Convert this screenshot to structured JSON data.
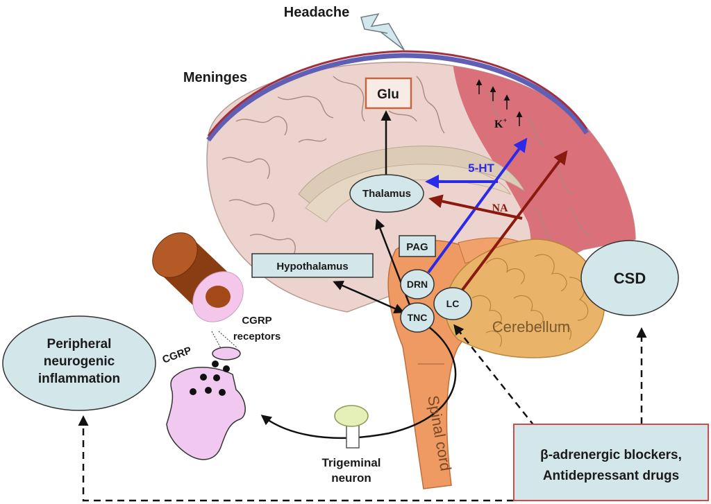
{
  "labels": {
    "headache": "Headache",
    "meninges": "Meninges",
    "glu": "Glu",
    "k_plus": "K",
    "k_sup": "+",
    "five_ht": "5-HT",
    "na": "NA",
    "thalamus": "Thalamus",
    "pag": "PAG",
    "hypothalamus": "Hypothalamus",
    "drn": "DRN",
    "tnc": "TNC",
    "lc": "LC",
    "cerebellum": "Cerebellum",
    "csd": "CSD",
    "cgrp_receptors_1": "CGRP",
    "cgrp_receptors_2": "receptors",
    "cgrp": "CGRP",
    "peripheral_1": "Peripheral",
    "peripheral_2": "neurogenic",
    "peripheral_3": "inflammation",
    "spinal_cord": "Spinal cord",
    "trigeminal_1": "Trigeminal",
    "trigeminal_2": "neuron",
    "drugs_1": "β-adrenergic blockers,",
    "drugs_2": "Antidepressant drugs"
  },
  "colors": {
    "serotonin_arrow": "#2a2ae8",
    "noradrenaline_arrow": "#8b1a0e",
    "node_fill": "#d3e6ea",
    "csd_region": "#d9707a",
    "brain_tissue": "#ecd3cd",
    "brainstem": "#ef9a62",
    "cerebellum": "#e9b46a",
    "cgrp_receptor": "#f0c8f0"
  }
}
